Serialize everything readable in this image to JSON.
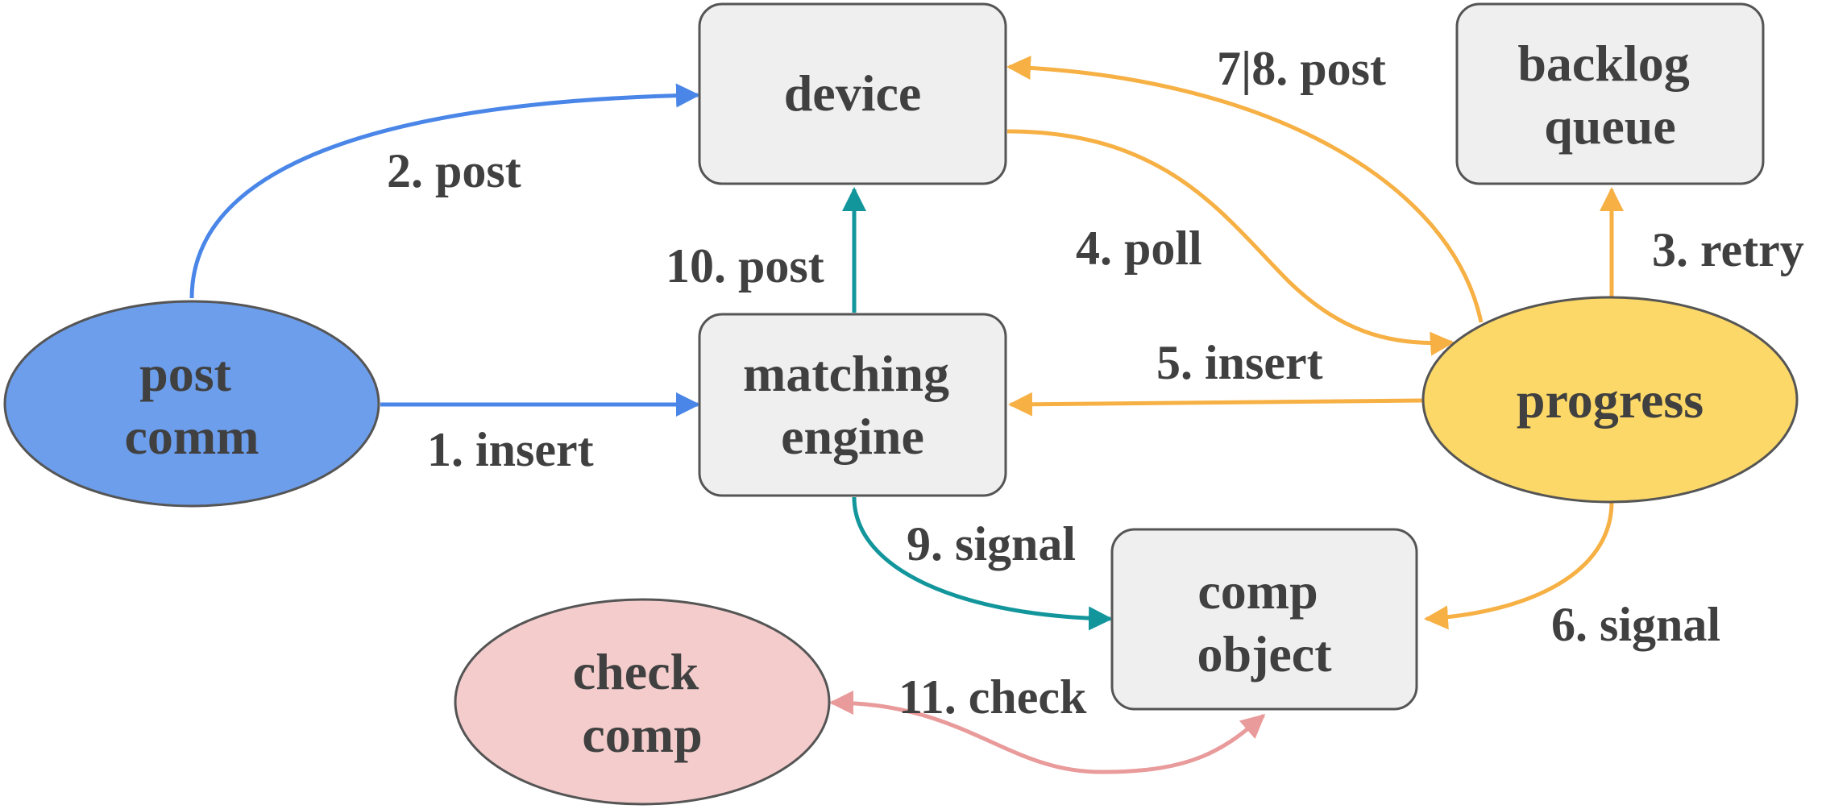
{
  "colors": {
    "blue": "#4a86e8",
    "orange": "#f6b044",
    "teal": "#12969c",
    "pink": "#e99a9a",
    "post_comm_fill": "#6d9eeb",
    "progress_fill": "#fcd868",
    "check_comp_fill": "#f4cccc",
    "box_fill": "#efefef"
  },
  "nodes": {
    "device": {
      "lines": [
        "device"
      ]
    },
    "backlog_queue": {
      "lines": [
        "backlog",
        "queue"
      ]
    },
    "post_comm": {
      "lines": [
        "post",
        "comm"
      ]
    },
    "matching_engine": {
      "lines": [
        "matching",
        "engine"
      ]
    },
    "progress": {
      "lines": [
        "progress"
      ]
    },
    "comp_object": {
      "lines": [
        "comp",
        "object"
      ]
    },
    "check_comp": {
      "lines": [
        "check",
        "comp"
      ]
    }
  },
  "edges": {
    "e1": "1. insert",
    "e2": "2. post",
    "e3": "3. retry",
    "e4": "4. poll",
    "e5": "5. insert",
    "e6": "6. signal",
    "e78": "7|8. post",
    "e9": "9. signal",
    "e10": "10. post",
    "e11": "11. check"
  }
}
